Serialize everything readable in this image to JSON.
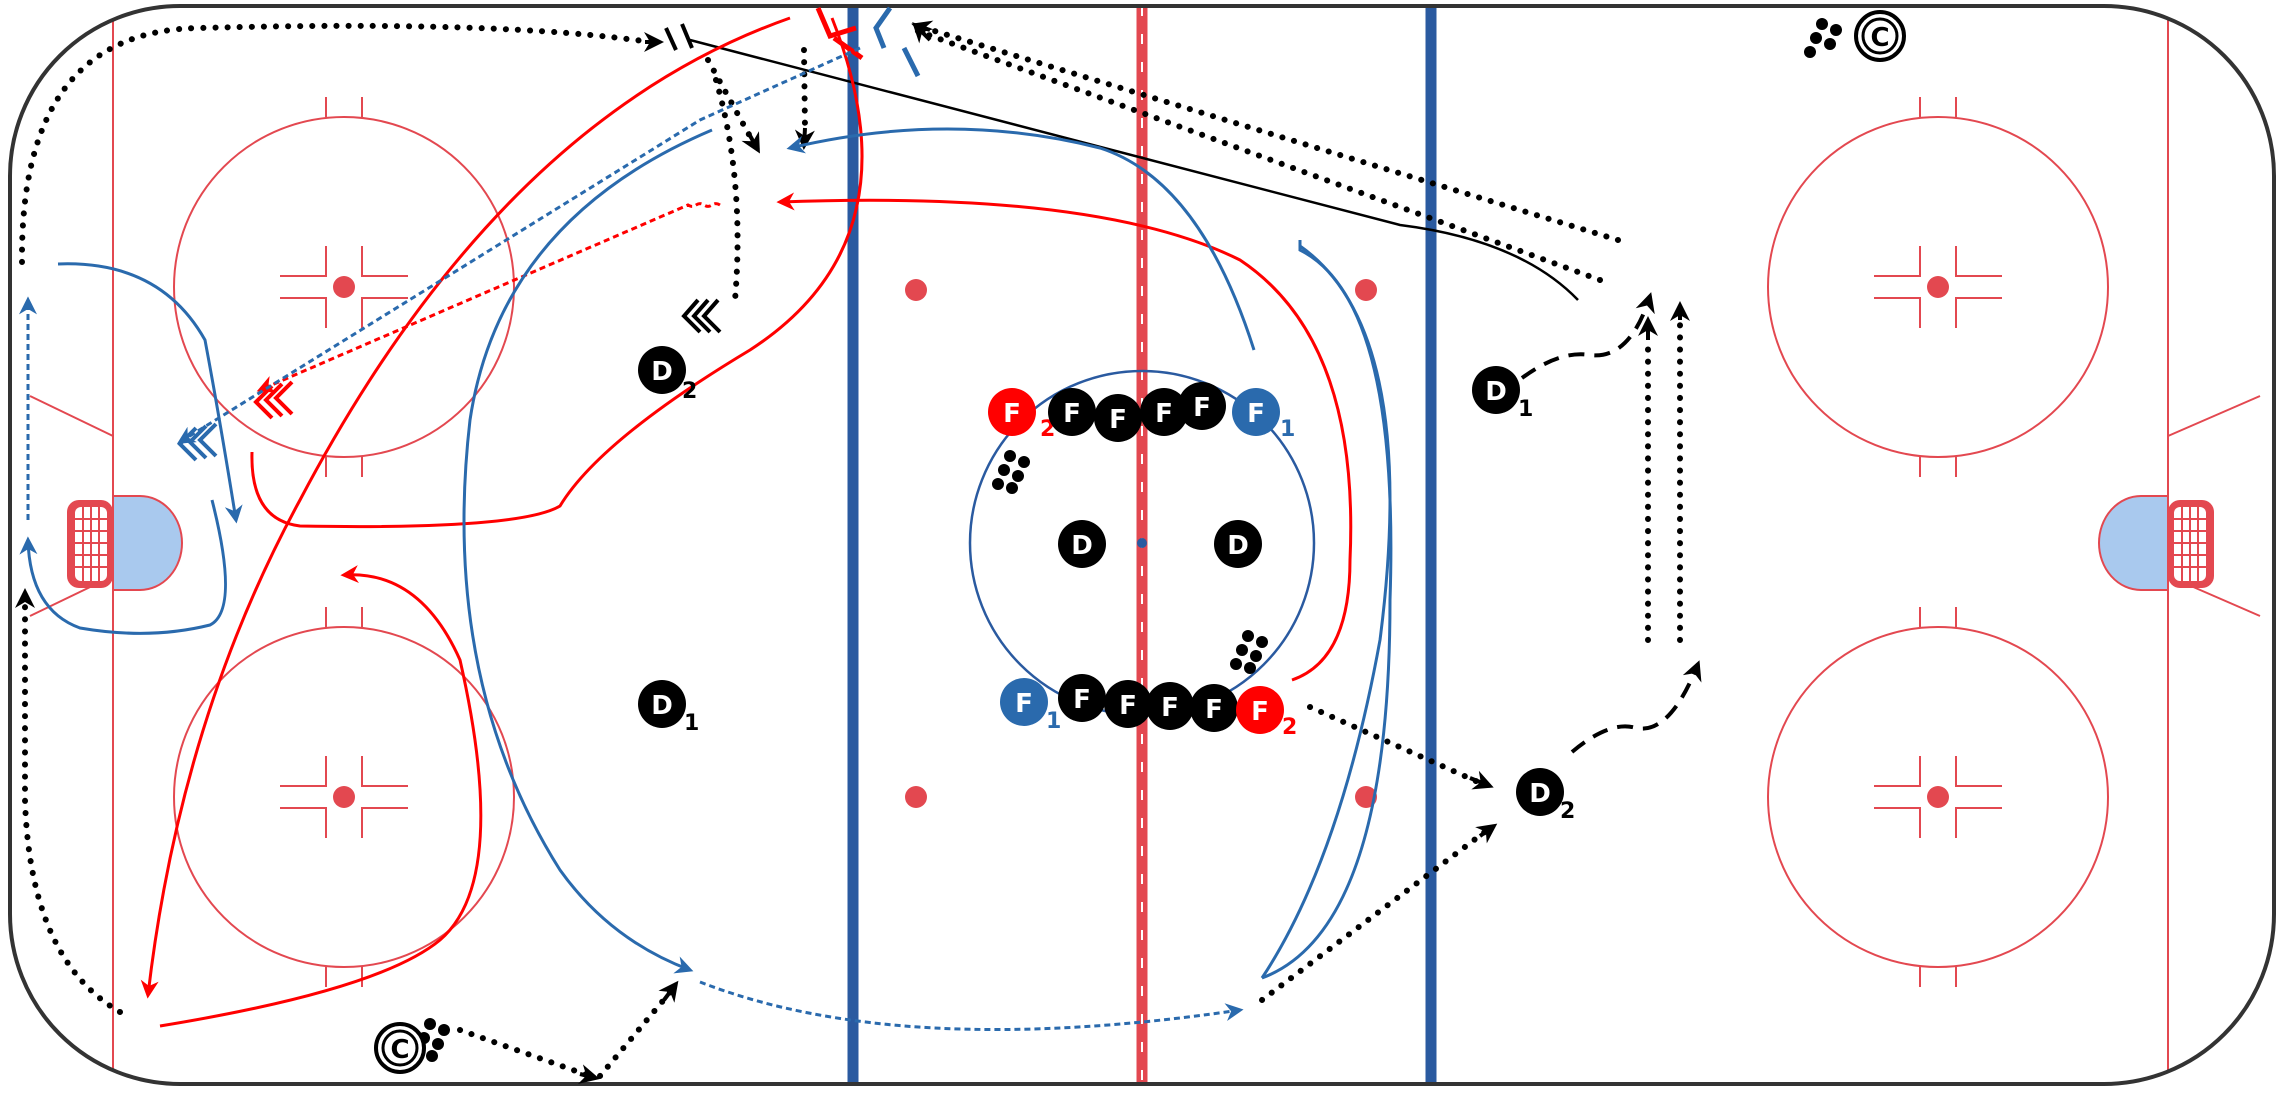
{
  "colors": {
    "ice": "#ffffff",
    "boards": "#333333",
    "red_line": "#e34850",
    "blue_line": "#2a5aa0",
    "crease": "#a9c9ee",
    "team_red": "#ff0000",
    "team_blue": "#2a6aad",
    "black": "#000000"
  },
  "players": {
    "f2_top": {
      "letter": "F",
      "sub": "2"
    },
    "f_top_1": {
      "letter": "F"
    },
    "f_top_2": {
      "letter": "F"
    },
    "f_top_3": {
      "letter": "F"
    },
    "f_top_4": {
      "letter": "F"
    },
    "f1_top": {
      "letter": "F",
      "sub": "1"
    },
    "f1_bottom": {
      "letter": "F",
      "sub": "1"
    },
    "f_bot_1": {
      "letter": "F"
    },
    "f_bot_2": {
      "letter": "F"
    },
    "f_bot_3": {
      "letter": "F"
    },
    "f_bot_4": {
      "letter": "F"
    },
    "f2_bottom": {
      "letter": "F",
      "sub": "2"
    },
    "d_center_left": {
      "letter": "D"
    },
    "d_center_right": {
      "letter": "D"
    },
    "d2_left_zone": {
      "letter": "D",
      "sub": "2"
    },
    "d1_left_zone": {
      "letter": "D",
      "sub": "1"
    },
    "d1_right": {
      "letter": "D",
      "sub": "1"
    },
    "d2_right": {
      "letter": "D",
      "sub": "2"
    }
  },
  "coaches": {
    "top_right": {
      "letter": "C"
    },
    "bottom_left": {
      "letter": "C"
    }
  },
  "icons": [
    "coach-icon",
    "puck-pile-icon",
    "stop-icon",
    "net-icon"
  ]
}
